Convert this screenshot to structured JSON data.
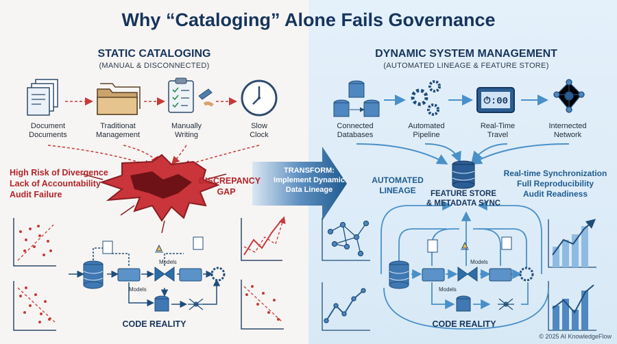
{
  "title": "Why “Cataloging” Alone Fails Governance",
  "left": {
    "heading": "STATIC CATALOGING",
    "subheading": "(MANUAL & DISCONNECTED)",
    "items": [
      {
        "line1": "Document",
        "line2": "Documents",
        "icon": "documents-icon"
      },
      {
        "line1": "Traditionat",
        "line2": "Management",
        "icon": "folders-icon"
      },
      {
        "line1": "Manually",
        "line2": "Writing",
        "icon": "clipboard-writing-icon"
      },
      {
        "line1": "Slow",
        "line2": "Clock",
        "icon": "clock-icon"
      }
    ],
    "risks": [
      "High Risk of Divergence",
      "Lack of Accountability",
      "Audit Failure"
    ],
    "gap_line1": "DISCREPANCY",
    "gap_line2": "GAP",
    "models_label": "Models",
    "code_reality": "CODE REALITY"
  },
  "transform": {
    "line1": "TRANSFORM:",
    "line2": "Implement Dynamic",
    "line3": "Data Lineage"
  },
  "right": {
    "heading": "DYNAMIC SYSTEM MANAGEMENT",
    "subheading": "(AUTOMATED LINEAGE & FEATURE STORE)",
    "items": [
      {
        "line1": "Connected",
        "line2": "Databases",
        "icon": "databases-icon"
      },
      {
        "line1": "Automated",
        "line2": "Pipeline",
        "icon": "gears-icon"
      },
      {
        "line1": "Real-Time",
        "line2": "Travel",
        "icon": "digital-clock-icon"
      },
      {
        "line1": "Internected",
        "line2": "Network",
        "icon": "network-icon"
      }
    ],
    "auto_line1": "AUTOMATED",
    "auto_line2": "LINEAGE",
    "feature_line1": "FEATURE STORE",
    "feature_line2": "& METADATA SYNC",
    "benefits": [
      "Real-time Synchronization",
      "Full Reproducibility",
      "Audit Readiness"
    ],
    "models_label": "Models",
    "code_reality": "CODE REALITY"
  },
  "footer": {
    "copyright": "© 2025 AI KnowledgeFlow"
  },
  "colors": {
    "navy": "#16345c",
    "red": "#b3242a",
    "blue": "#1f5b8f",
    "right_bg": "#e4f0fa"
  }
}
